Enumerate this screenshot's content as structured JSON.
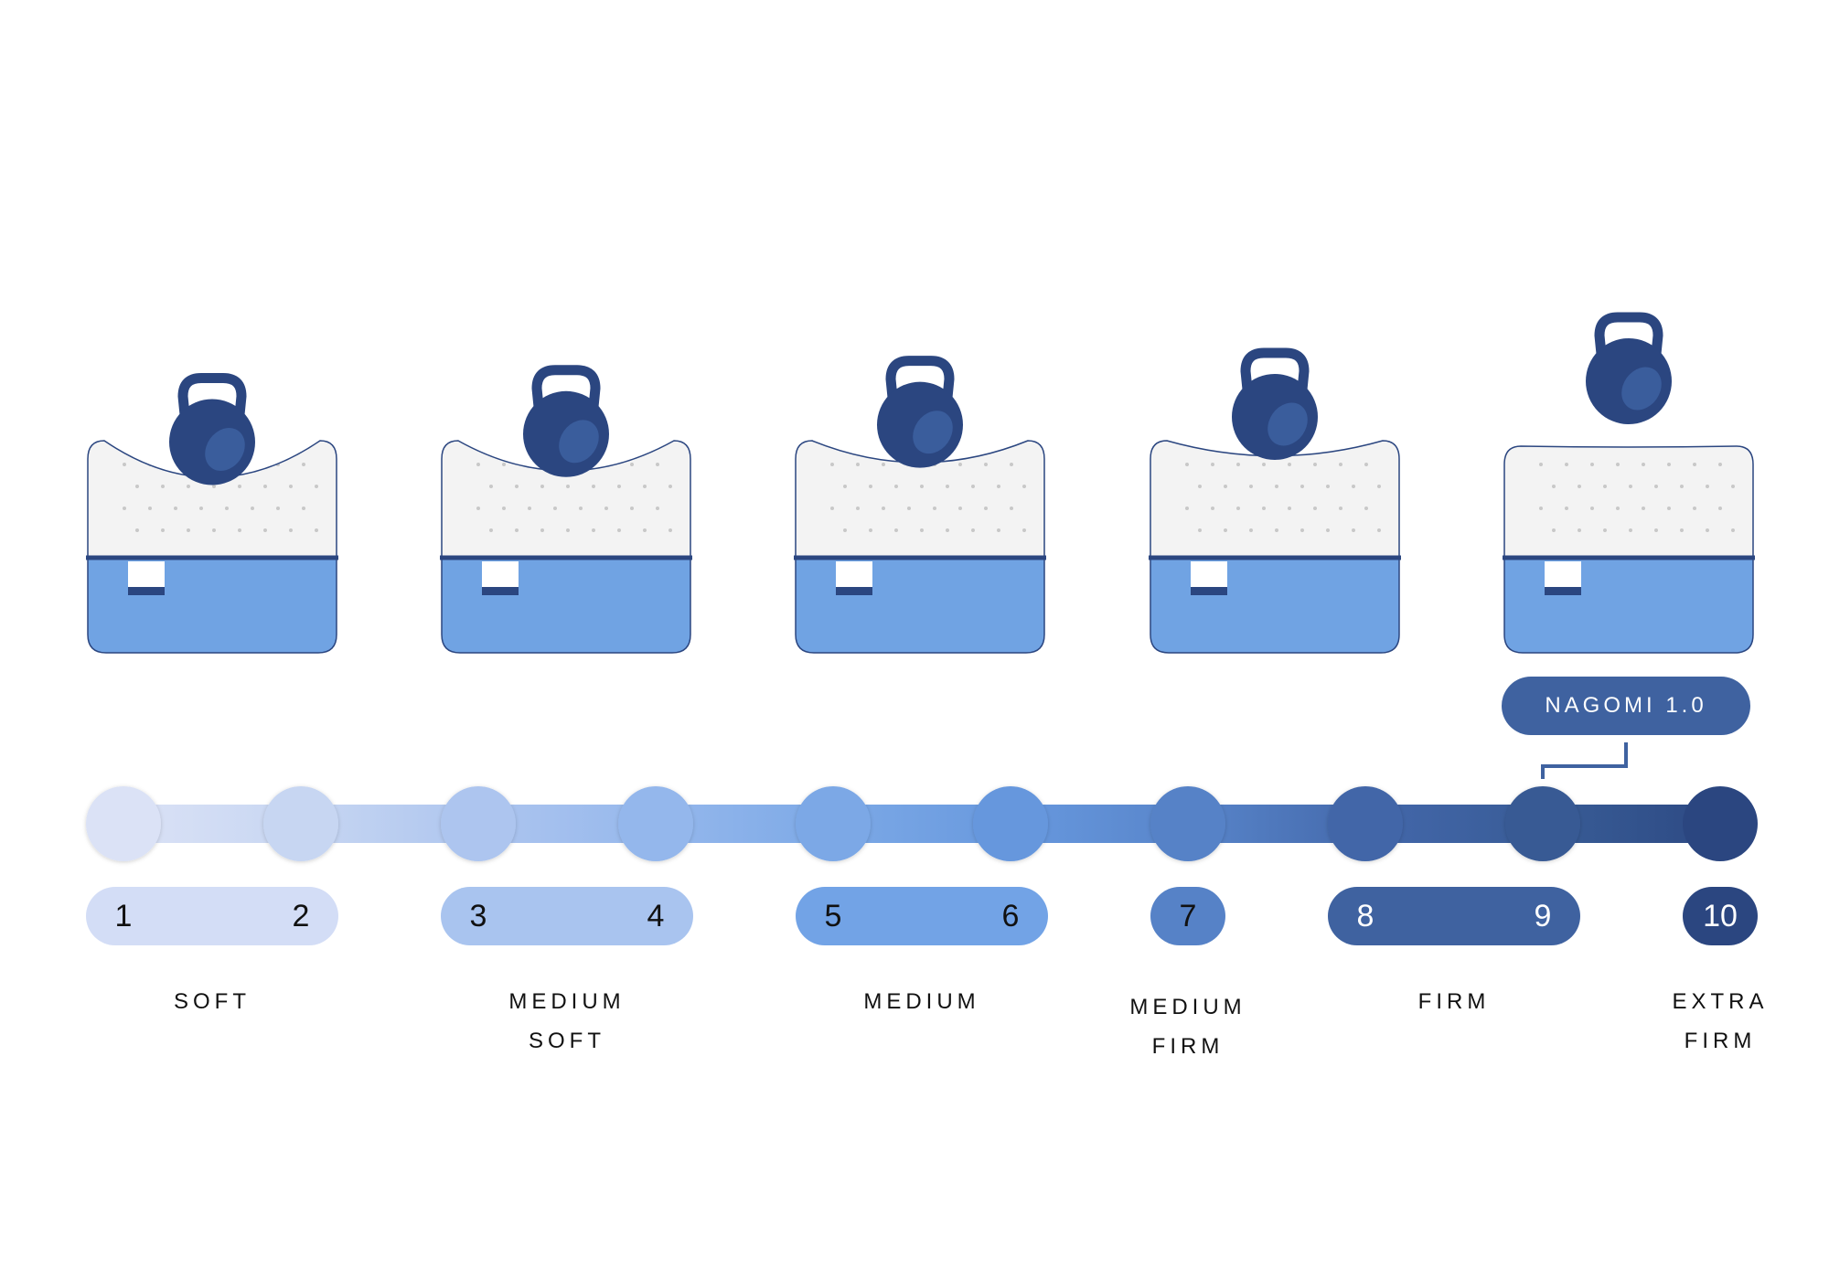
{
  "colors": {
    "background": "#ffffff",
    "outline": "#2b4680",
    "foam_top": "#f3f3f3",
    "foam_dot": "#c8c8c8",
    "foam_base": "#70a3e3",
    "weight": "#2b4680",
    "weight_highlight": "#3a5d9c",
    "badge": "#3f62a0",
    "scale_steps": [
      "#dbe2f6",
      "#c7d6f2",
      "#adc5ef",
      "#94b7ec",
      "#7ba8e6",
      "#6697dd",
      "#5682c7",
      "#4266a8",
      "#375a94",
      "#2b4680"
    ]
  },
  "scale": {
    "levels": [
      "1",
      "2",
      "3",
      "4",
      "5",
      "6",
      "7",
      "8",
      "9",
      "10"
    ]
  },
  "groups": [
    {
      "lines": [
        "SOFT"
      ],
      "levels": [
        1,
        2
      ],
      "color": "#d3ddf6",
      "text_color": "#111111"
    },
    {
      "lines": [
        "MEDIUM",
        "SOFT"
      ],
      "levels": [
        3,
        4
      ],
      "color": "#a9c4ef",
      "text_color": "#111111"
    },
    {
      "lines": [
        "MEDIUM"
      ],
      "levels": [
        5,
        6
      ],
      "color": "#72a3e6",
      "text_color": "#111111"
    },
    {
      "lines": [
        "MEDIUM",
        "FIRM"
      ],
      "levels": [
        7
      ],
      "color": "#5682c7",
      "text_color": "#111111"
    },
    {
      "lines": [
        "FIRM"
      ],
      "levels": [
        8,
        9
      ],
      "color": "#3f62a0",
      "text_color": "#ffffff"
    },
    {
      "lines": [
        "EXTRA",
        "FIRM"
      ],
      "levels": [
        10
      ],
      "color": "#2b4680",
      "text_color": "#ffffff"
    }
  ],
  "illustrations": {
    "depth_fraction": [
      1.0,
      0.8,
      0.55,
      0.35,
      0.0
    ]
  },
  "product_badge": {
    "label": "NAGOMI 1.0",
    "points_to_level": 9
  }
}
